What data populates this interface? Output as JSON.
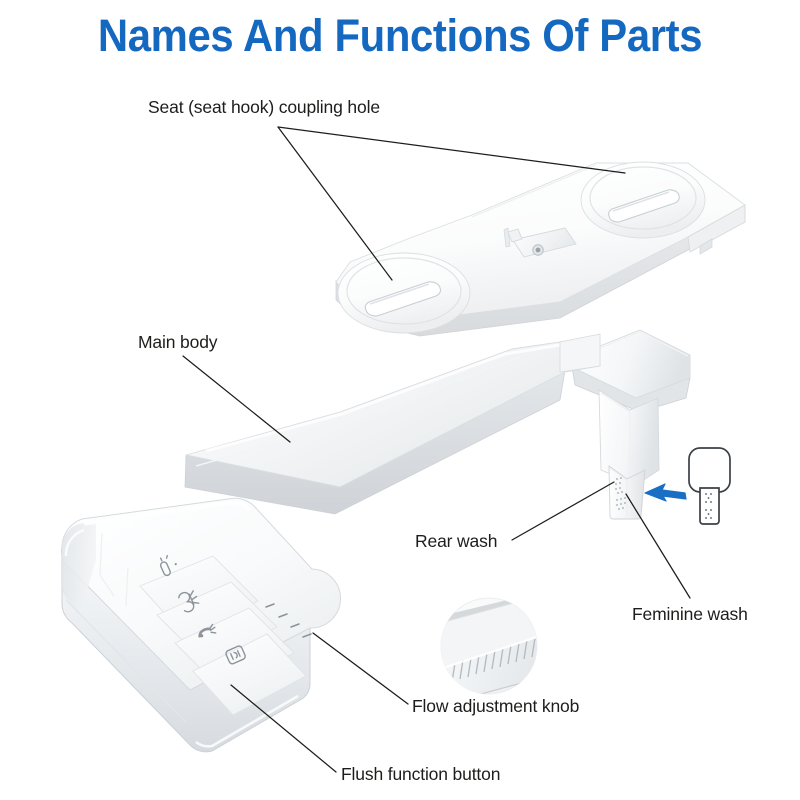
{
  "page": {
    "title": "Names And Functions Of Parts",
    "title_color": "#1468c0",
    "background_color": "#ffffff",
    "text_color": "#1d1d1b"
  },
  "product": {
    "name": "bidet-attachment",
    "body_color": "#ffffff",
    "shade_color": "#e8eaec",
    "outline_color": "#d2d6d9",
    "accent_arrow_color": "#1a6fc4"
  },
  "callouts": [
    {
      "id": "seat-coupling-hole",
      "label": "Seat (seat hook) coupling hole"
    },
    {
      "id": "main-body",
      "label": "Main body"
    },
    {
      "id": "rear-wash",
      "label": "Rear wash"
    },
    {
      "id": "feminine-wash",
      "label": "Feminine wash"
    },
    {
      "id": "flow-adjustment-knob",
      "label": "Flow adjustment knob"
    },
    {
      "id": "flush-function-button",
      "label": "Flush function button"
    }
  ],
  "control_panel": {
    "buttons": [
      {
        "id": "feminine-wash-button",
        "icon": "feminine-wash-icon"
      },
      {
        "id": "rear-wash-button",
        "icon": "rear-wash-icon"
      },
      {
        "id": "nozzle-clean-button",
        "icon": "nozzle-clean-icon"
      },
      {
        "id": "flush-function-button",
        "icon": "flush-toilet-icon"
      }
    ],
    "indicator_ticks": 4
  },
  "details": {
    "knob_detail": {
      "id": "flow-knob-magnifier",
      "shape": "circle"
    },
    "nozzle_detail": {
      "id": "nozzle-tip-inset",
      "shape": "rounded-rect",
      "hole_groups": 2
    }
  }
}
